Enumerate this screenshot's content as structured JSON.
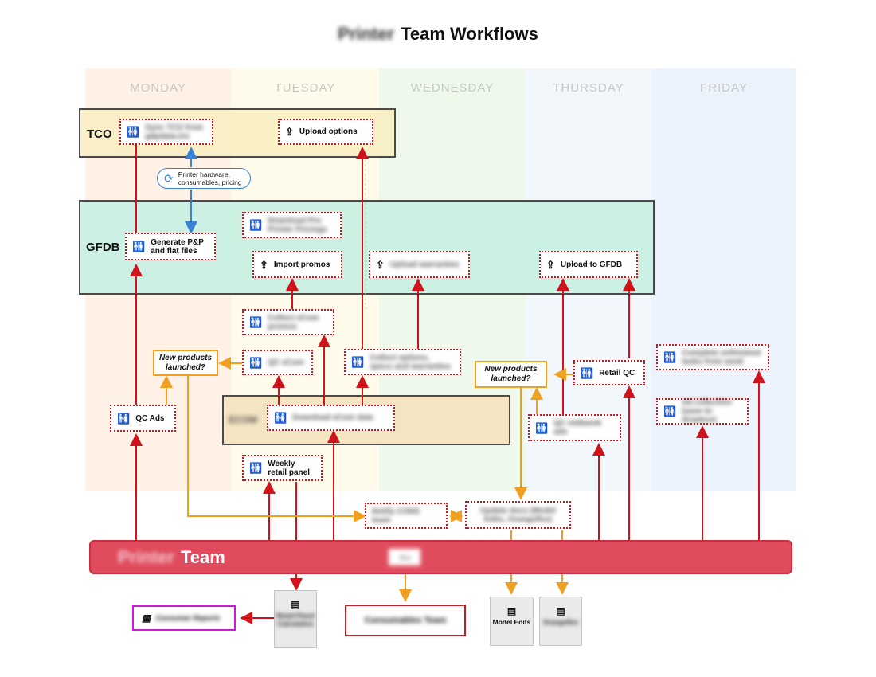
{
  "title": {
    "blurred_prefix": "Printer",
    "text": "Team Workflows"
  },
  "columns": [
    {
      "label": "MONDAY",
      "color": "#fff1e6"
    },
    {
      "label": "TUESDAY",
      "color": "#fffbea"
    },
    {
      "label": "WEDNESDAY",
      "color": "#eef9ec"
    },
    {
      "label": "THURSDAY",
      "color": "#f1f7fb"
    },
    {
      "label": "FRIDAY",
      "color": "#edf3fc"
    }
  ],
  "groups": {
    "tco": {
      "label": "TCO",
      "color": "#f8edc0"
    },
    "gfdb": {
      "label": "GFDB",
      "color": "#c7efe2"
    },
    "ecom": {
      "label": "ECOM",
      "color": "#f4e3c0"
    }
  },
  "tasks": {
    "sync_tco": "Sync TCO from gdpdata.inc",
    "upload_options": "Upload options",
    "download_printer": "Download Pro Printer Pricings",
    "generate_pp": "Generate P&P and flat files",
    "import_promos": "Import promos",
    "upload_warranties": "Upload warranties",
    "upload_gfdb": "Upload to GFDB",
    "collect_promos": "Collect eCom promos",
    "qc_ecom": "QC eCom",
    "collect_options": "Collect options, specs and warranties",
    "retail_qc": "Retail QC",
    "complete_unfinished": "Complete unfinished tasks from week",
    "qc_ads": "QC Ads",
    "download_ecom": "Download eCom data",
    "qc_midweek": "QC midweek ads",
    "ad_collection": "Ad collection (save to dropbox)",
    "weekly_retail": "Weekly retail panel",
    "notify_cons": "Notify CONS team",
    "update_docs": "Update docs (Model Edits, Orangeflex)"
  },
  "decisions": {
    "left": "New products launched?",
    "right": "New products launched?"
  },
  "pill": {
    "text": "Printer hardware, consumables, pricing"
  },
  "team": {
    "blurred_prefix": "Printer",
    "label": "Team",
    "jira": "Jira"
  },
  "docs": {
    "retail_panel": "Retail Panel Calculation",
    "model_edits": "Model Edits",
    "orangeflex": "Orangeflex"
  },
  "outputs": {
    "consumables": "Consumables Team",
    "reports": "Consumer Reports"
  },
  "icons": {
    "person": "person-icon",
    "upload": "upload-icon",
    "sync": "sync-icon",
    "document": "document-icon",
    "building": "building-icon"
  },
  "colors": {
    "red": "#d0121b",
    "orange": "#f0a020",
    "blue": "#3a82d6",
    "team": "#e04c5e"
  }
}
